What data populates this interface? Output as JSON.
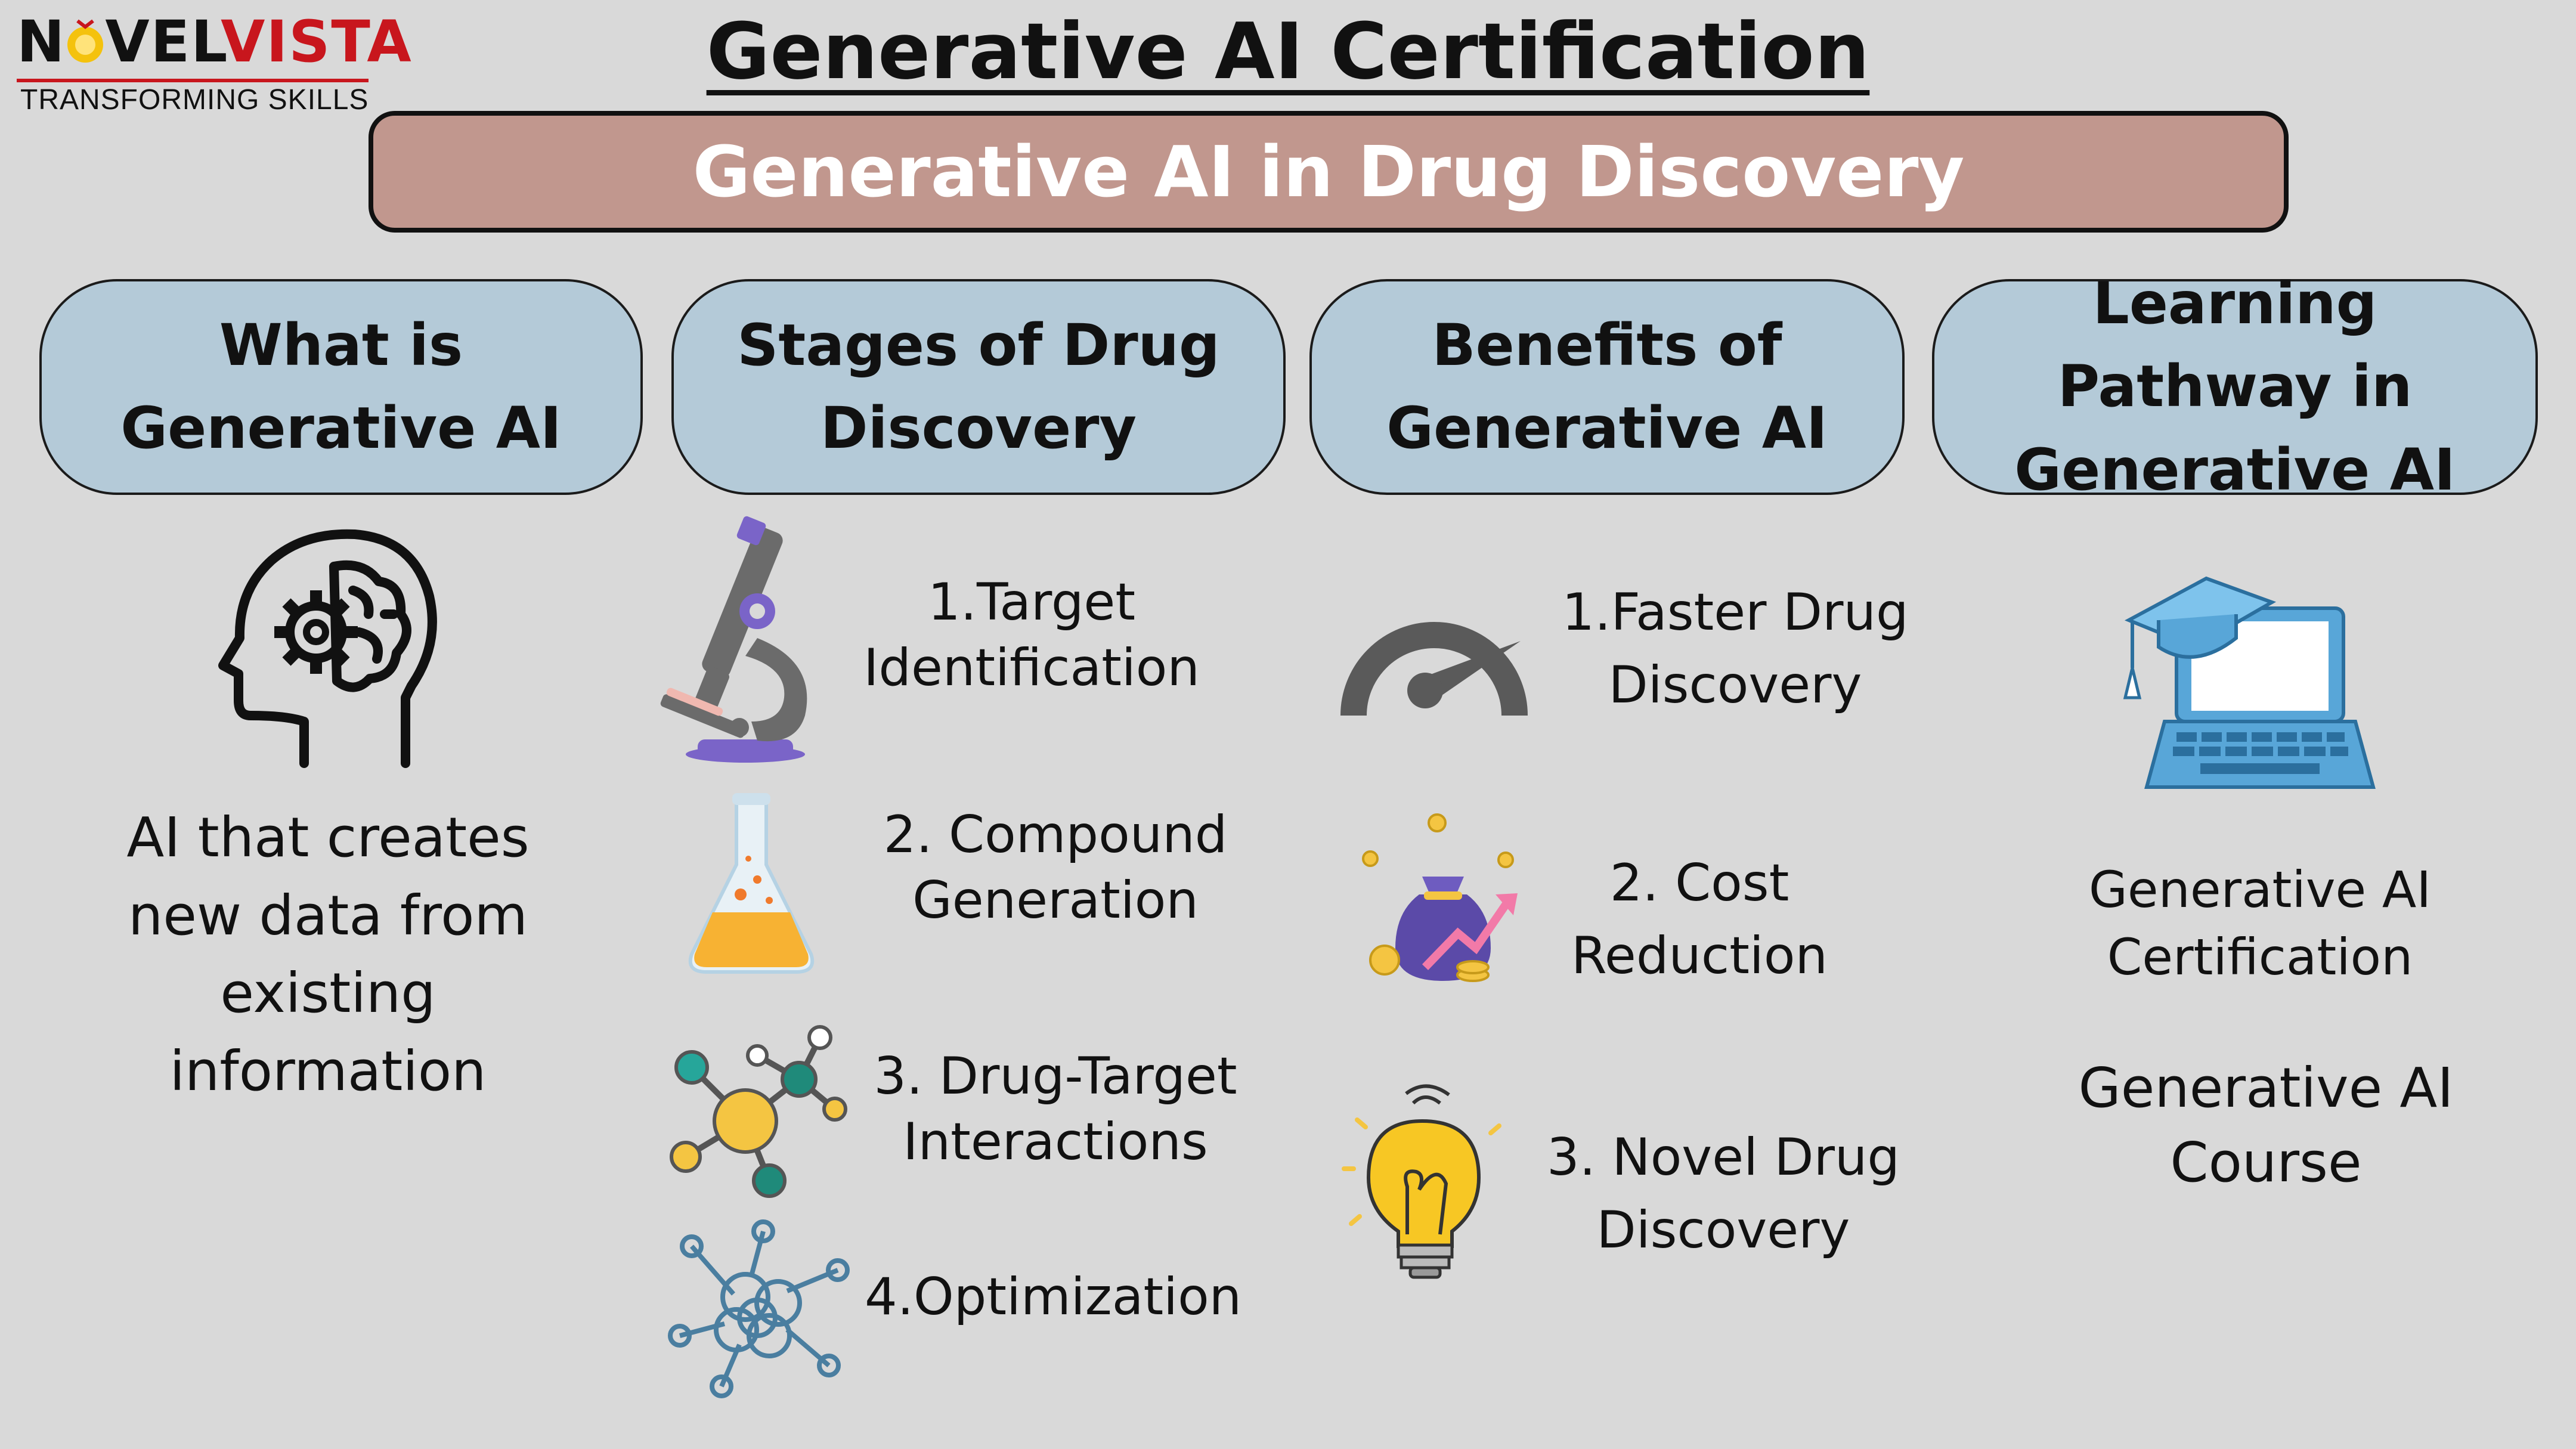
{
  "logo": {
    "word_part1": "N",
    "word_part2": "VEL",
    "word_part3": "VISTA",
    "tagline": "TRANSFORMING SKILLS"
  },
  "title": "Generative AI Certification",
  "banner": "Generative AI in Drug Discovery",
  "columns": [
    {
      "header": "What is Generative AI"
    },
    {
      "header": "Stages of Drug Discovery"
    },
    {
      "header": "Benefits of Generative AI"
    },
    {
      "header": "Learning Pathway in Generative AI"
    }
  ],
  "what": {
    "description": "AI that creates new data from existing information",
    "icon": "head-brain-gear-icon"
  },
  "stages": [
    {
      "label": "1.Target Identification",
      "icon": "microscope-icon"
    },
    {
      "label": "2. Compound Generation",
      "icon": "flask-icon"
    },
    {
      "label": "3. Drug-Target Interactions",
      "icon": "molecule-icon"
    },
    {
      "label": "4.Optimization",
      "icon": "network-icon"
    }
  ],
  "benefits": [
    {
      "label": "1.Faster Drug Discovery",
      "icon": "speedometer-icon"
    },
    {
      "label": "2. Cost Reduction",
      "icon": "money-bag-icon"
    },
    {
      "label": "3. Novel Drug Discovery",
      "icon": "light-bulb-icon"
    }
  ],
  "learning": [
    {
      "label": "Generative AI Certification"
    },
    {
      "label": "Generative AI Course"
    }
  ],
  "learning_icon": "graduation-laptop-icon",
  "colors": {
    "background": "#d9d9d9",
    "banner": "#c1978e",
    "header": "#b4cad8",
    "logo_red": "#c8161d"
  }
}
